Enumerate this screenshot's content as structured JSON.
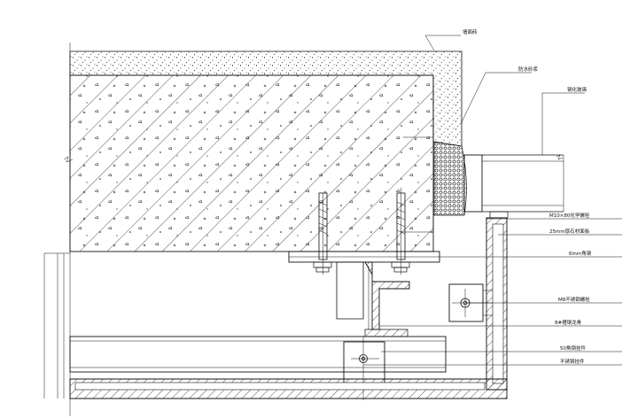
{
  "labels": {
    "top_left": "墙面砖",
    "top_mid": "防水砂浆",
    "top_right": "钢化玻璃",
    "r1": "M10×80化学螺栓",
    "r2": "25mm厚石材面板",
    "r3": "6mm角钢",
    "r4": "M8不锈钢螺栓",
    "r5": "8#槽钢龙骨",
    "r6": "50角钢挂件",
    "r7": "不锈钢挂件"
  },
  "colors": {
    "ink": "#111111",
    "background": "#ffffff"
  }
}
